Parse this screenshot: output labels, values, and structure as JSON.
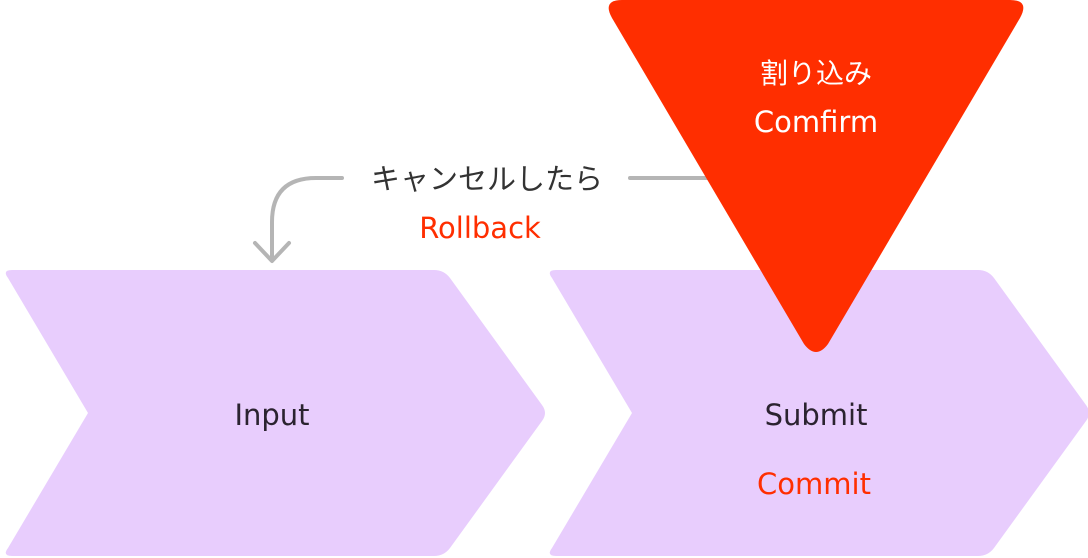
{
  "colors": {
    "stage_fill": "#e8cdfd",
    "interrupt_fill": "#ff2e00",
    "accent_text": "#ff2e00",
    "stage_text": "#2b2330",
    "interrupt_text": "#ffffff",
    "connector": "#b5b5b5",
    "cancel_text": "#333333"
  },
  "stages": [
    {
      "label": "Input"
    },
    {
      "label": "Submit",
      "sublabel": "Commit"
    }
  ],
  "interrupt": {
    "label_jp": "割り込み",
    "label_en": "Comfirm"
  },
  "cancel_path": {
    "label_jp": "キャンセルしたら",
    "label_en": "Rollback"
  }
}
